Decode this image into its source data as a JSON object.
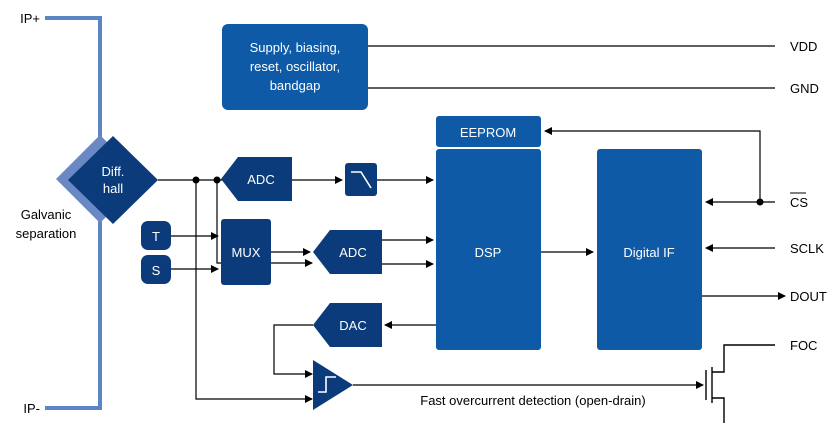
{
  "pins": {
    "ip_plus": "IP+",
    "ip_minus": "IP-",
    "vdd": "VDD",
    "gnd": "GND",
    "cs": "CS",
    "sclk": "SCLK",
    "dout": "DOUT",
    "foc": "FOC"
  },
  "labels": {
    "galvanic_line1": "Galvanic",
    "galvanic_line2": "separation",
    "fast_overcurrent": "Fast overcurrent detection (open-drain)"
  },
  "blocks": {
    "supply_line1": "Supply, biasing,",
    "supply_line2": "reset, oscillator,",
    "supply_line3": "bandgap",
    "diff_hall_line1": "Diff.",
    "diff_hall_line2": "hall",
    "adc_top": "ADC",
    "adc_mid": "ADC",
    "dac": "DAC",
    "mux": "MUX",
    "t": "T",
    "s": "S",
    "eeprom": "EEPROM",
    "dsp": "DSP",
    "digital_if": "Digital IF"
  },
  "colors": {
    "dark_blue": "#0b3b7a",
    "mid_blue": "#0e5aa6",
    "light_blue": "#5b86c4",
    "hall_shadow": "#6a88c4",
    "line": "#000000"
  }
}
